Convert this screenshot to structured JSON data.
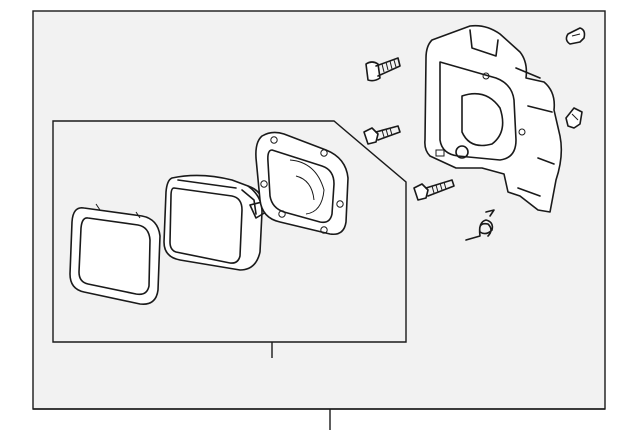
{
  "diagram": {
    "colors": {
      "panel": "#f2f2f2",
      "line": "#1a1a1a",
      "part_fill": "#ffffff"
    },
    "parts": [
      "lens-bezel",
      "headlamp-unit",
      "gasket-housing",
      "mounting-bracket",
      "bolt",
      "screw",
      "bolt-short",
      "spring",
      "clip",
      "retainer"
    ]
  }
}
